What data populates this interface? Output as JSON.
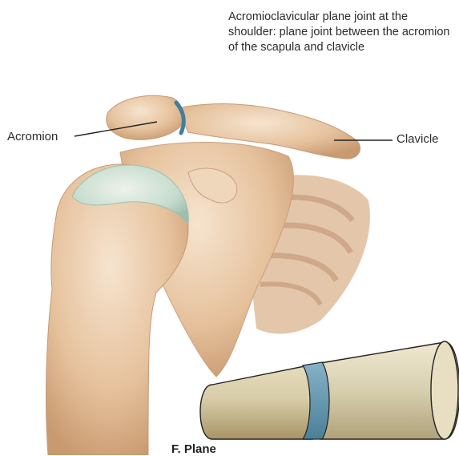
{
  "caption": "Acromioclavicular plane joint at the shoulder: plane joint between the acromion of the scapula and clavicle",
  "labels": {
    "acromion": "Acromion",
    "clavicle": "Clavicle"
  },
  "model_label": "F. Plane",
  "colors": {
    "bone": "#e9c9a6",
    "bone_shade": "#d7ab80",
    "cartilage": "#bcd7c8",
    "joint_blue": "#5c8ea8",
    "cylinder": "#d9cfac",
    "cylinder_dark": "#b7a880"
  }
}
